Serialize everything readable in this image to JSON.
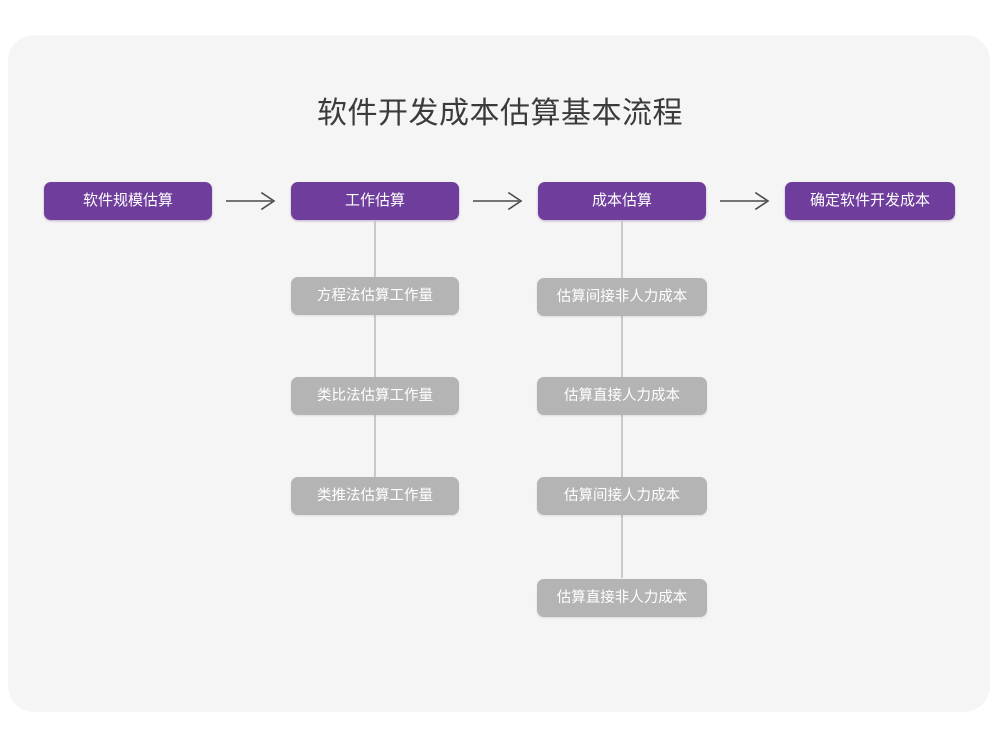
{
  "page": {
    "title": "软件开发成本估算基本流程",
    "background_color": "#ffffff",
    "card_color": "#f5f5f5"
  },
  "theme": {
    "primary_color": "#6f3d9b",
    "secondary_color": "#b4b4b4",
    "connector_color": "#c9c9c9",
    "title_color": "#3b3b3b",
    "node_text_color": "#ffffff"
  },
  "flow": {
    "arrow_glyph": "⟶",
    "steps": [
      {
        "id": "step-1",
        "label": "软件规模估算",
        "substeps": []
      },
      {
        "id": "step-2",
        "label": "工作估算",
        "substeps": [
          {
            "id": "step-2-sub-1",
            "label": "方程法估算工作量"
          },
          {
            "id": "step-2-sub-2",
            "label": "类比法估算工作量"
          },
          {
            "id": "step-2-sub-3",
            "label": "类推法估算工作量"
          }
        ]
      },
      {
        "id": "step-3",
        "label": "成本估算",
        "substeps": [
          {
            "id": "step-3-sub-1",
            "label": "估算间接非人力成本"
          },
          {
            "id": "step-3-sub-2",
            "label": "估算直接人力成本"
          },
          {
            "id": "step-3-sub-3",
            "label": "估算间接人力成本"
          },
          {
            "id": "step-3-sub-4",
            "label": "估算直接非人力成本"
          }
        ]
      },
      {
        "id": "step-4",
        "label": "确定软件开发成本",
        "substeps": []
      }
    ]
  }
}
